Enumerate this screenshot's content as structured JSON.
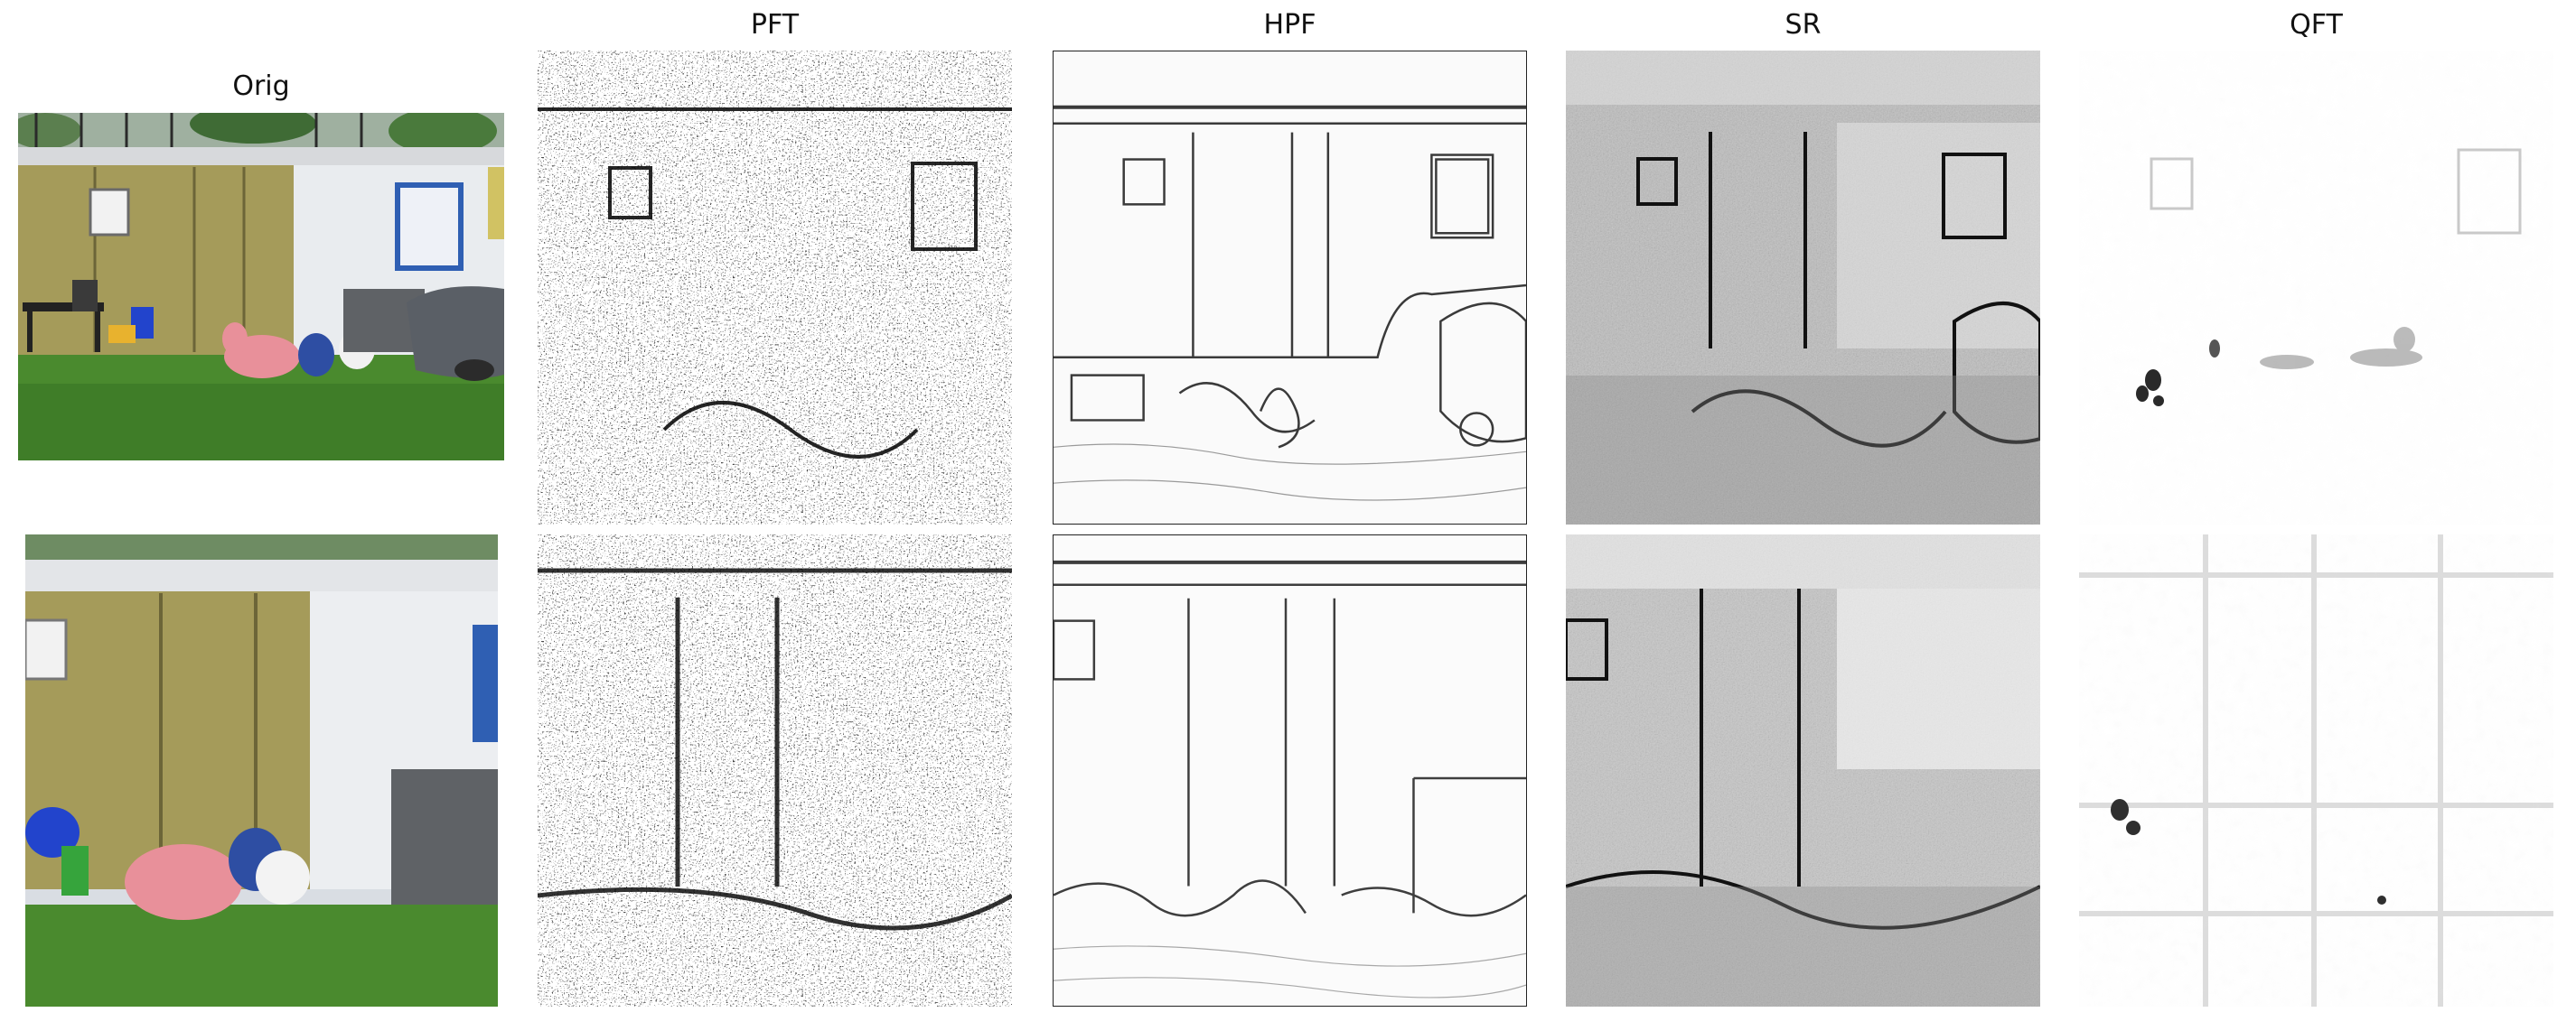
{
  "titles": {
    "orig": "Orig",
    "pft": "PFT",
    "hpf": "HPF",
    "sr": "SR",
    "qft": "QFT"
  },
  "colors": {
    "grass": "#4a8a2e",
    "trailer_white": "#e9ecef",
    "trailer_olive": "#a59b5a",
    "sky": "#d9dde3",
    "window_blue": "#2f5fb3",
    "pink_toy": "#e8909a",
    "gray_cover": "#5a5f66"
  }
}
